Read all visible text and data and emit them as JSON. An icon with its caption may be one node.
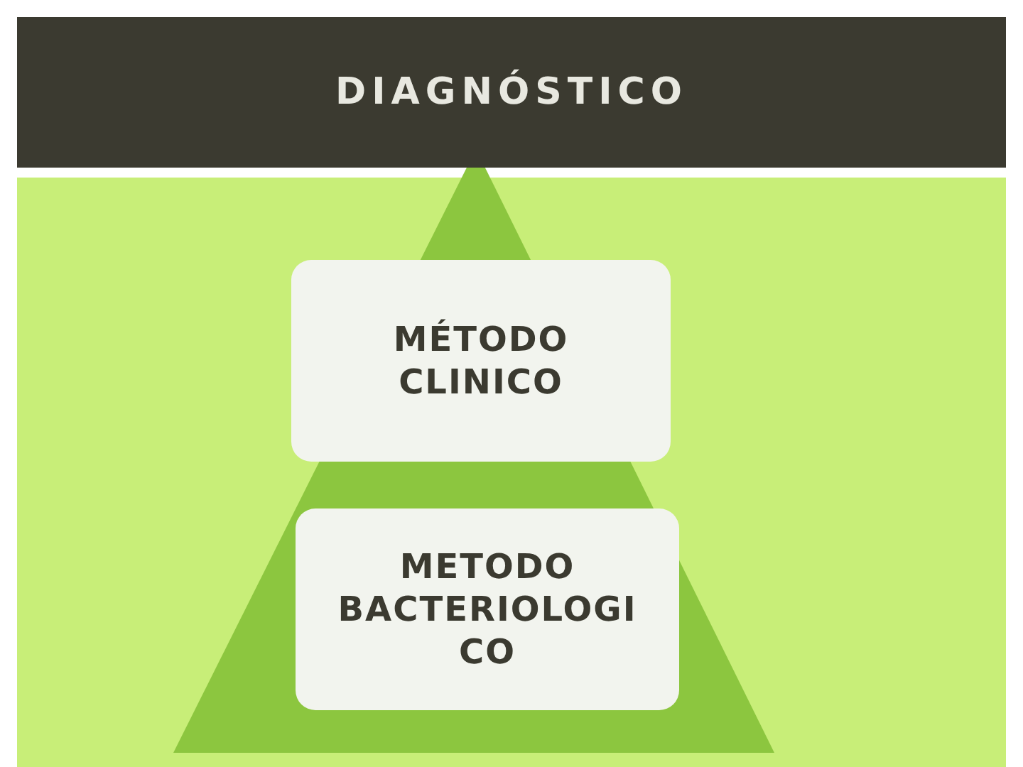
{
  "diagram": {
    "nodes": [
      {
        "text": [
          "DIAGNÓSTICO"
        ]
      },
      {
        "text": [
          "MÉTODO CLINICO"
        ]
      },
      {
        "text": [
          "METODO BACTERIOLOGICO"
        ]
      }
    ]
  }
}
